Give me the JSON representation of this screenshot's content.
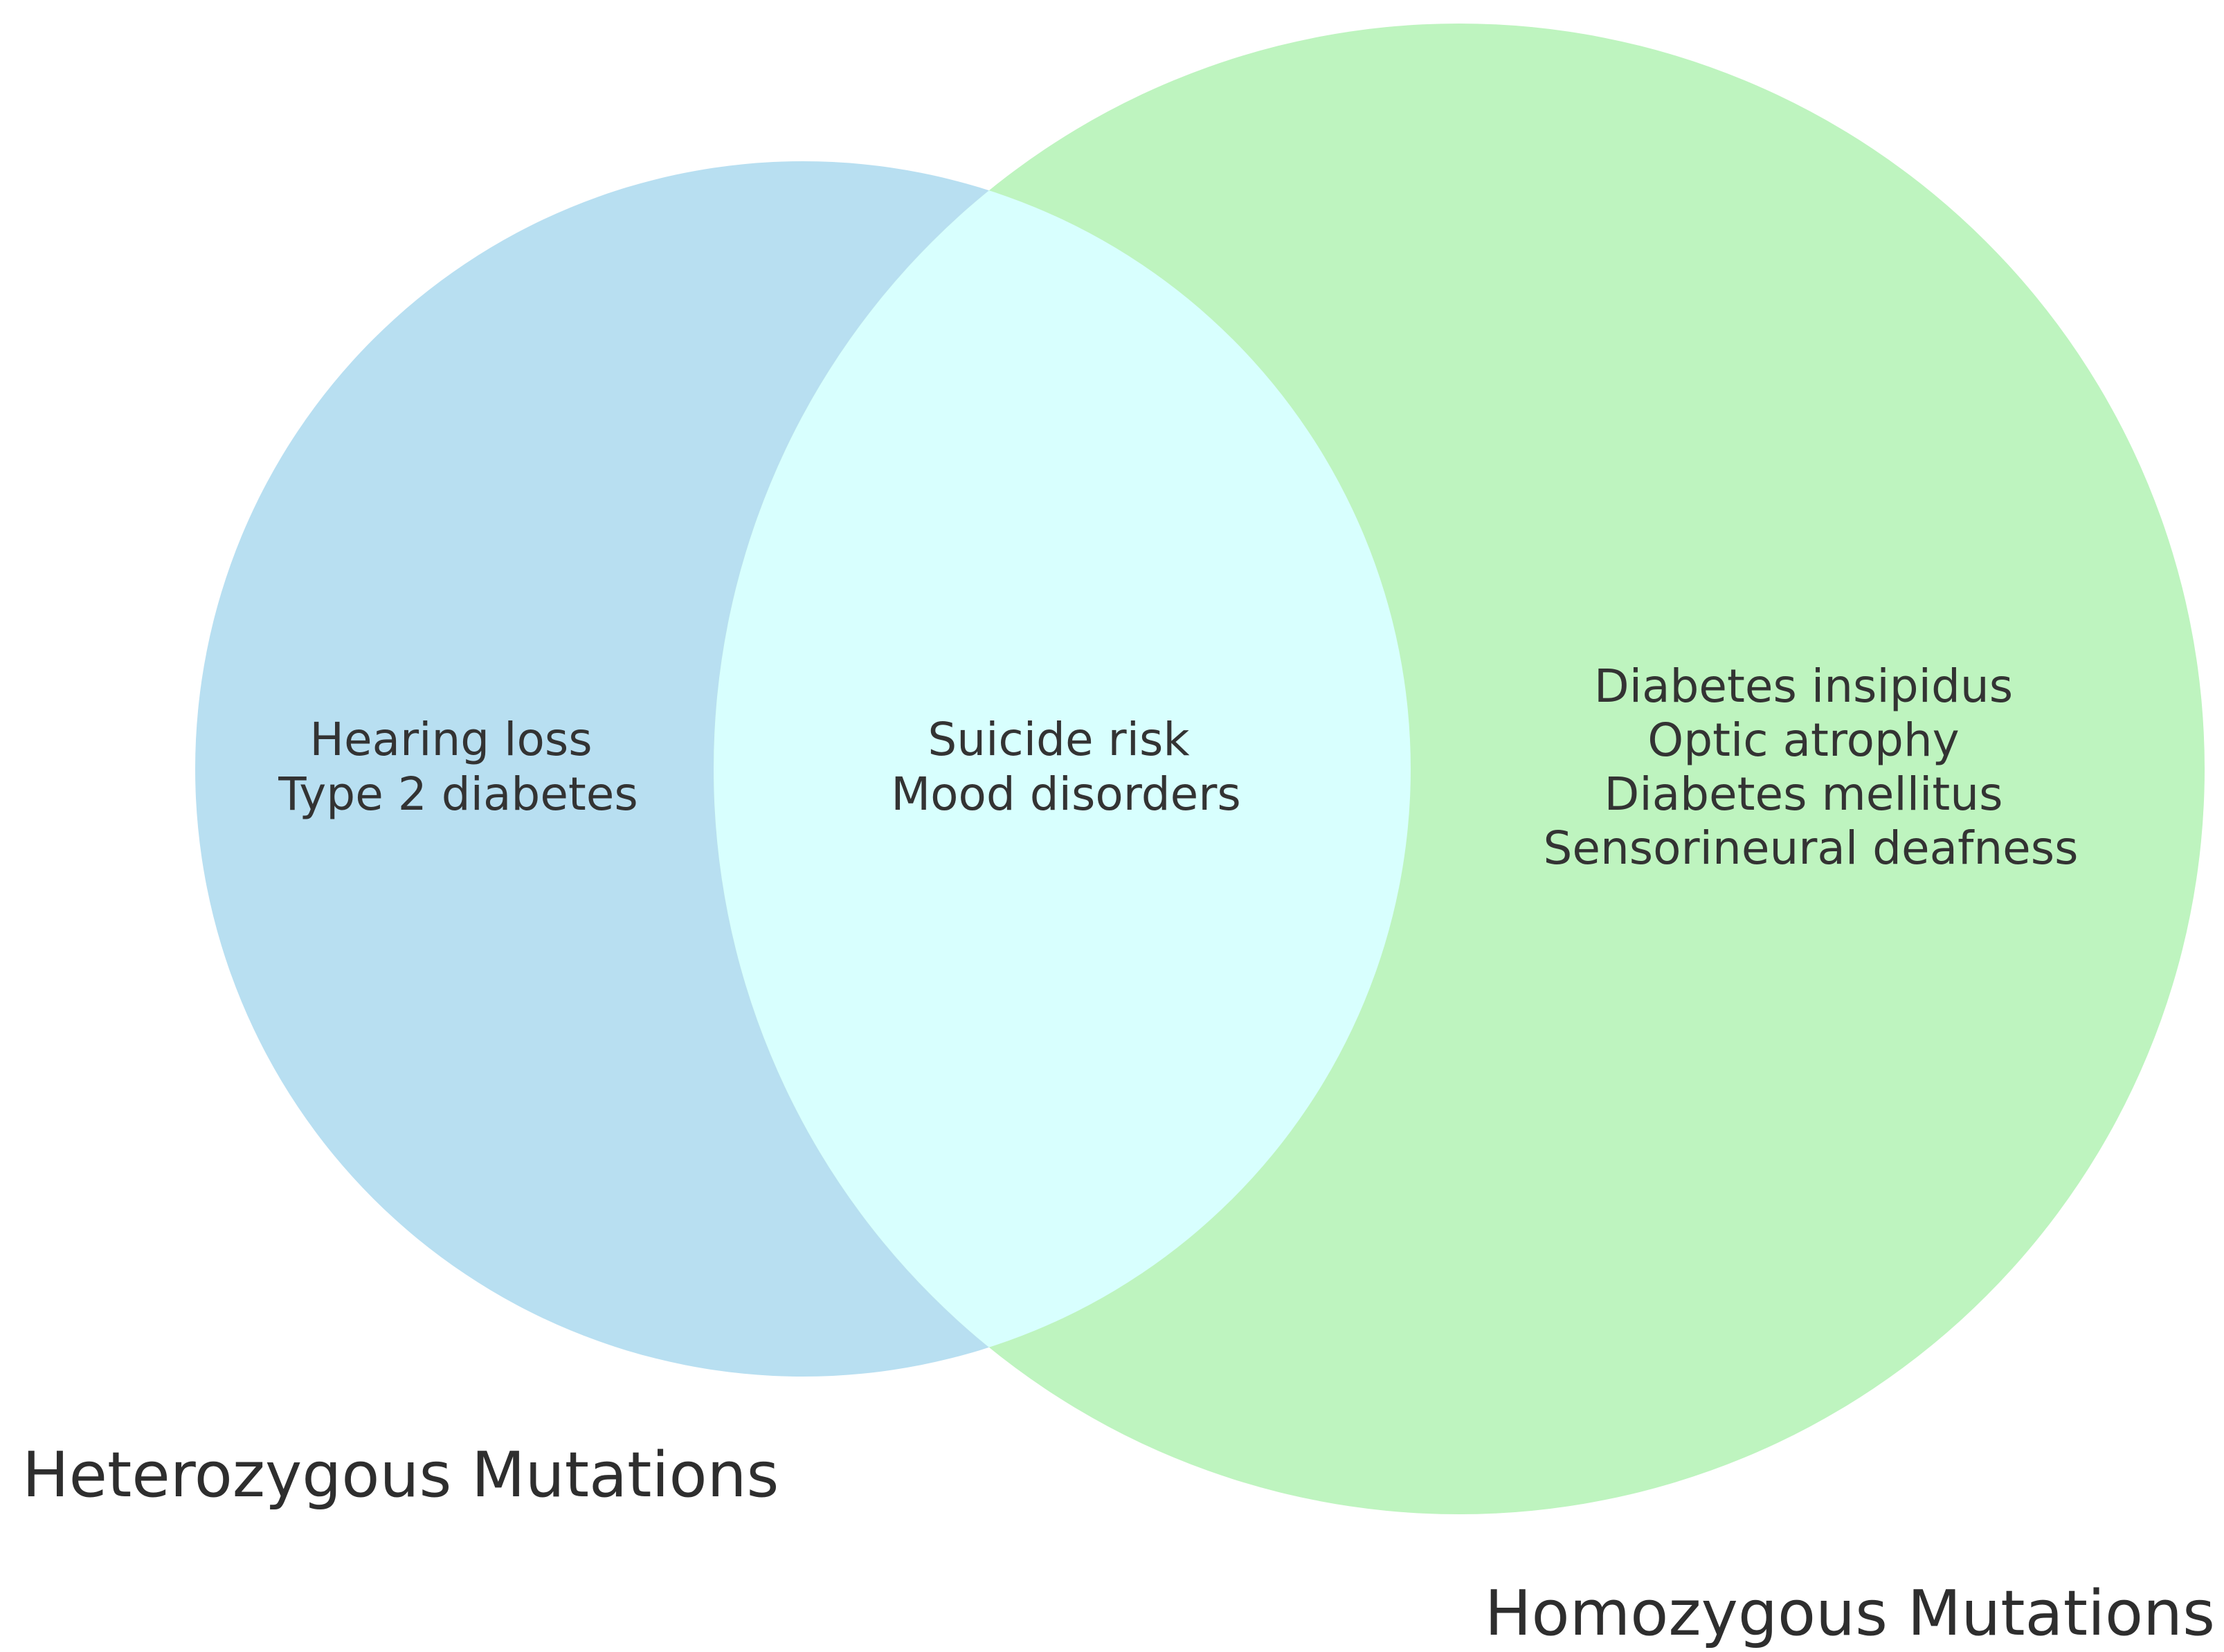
{
  "colors": {
    "left_circle": "#b8dff1",
    "right_circle": "#bef4bf",
    "intersection": "#d8fffe",
    "text": "#333333"
  },
  "sets": {
    "left": {
      "label": "Heterozygous Mutations",
      "items": [
        "Hearing loss",
        "Type 2 diabetes"
      ]
    },
    "right": {
      "label": "Homozygous Mutations",
      "items": [
        "Diabetes insipidus",
        "Optic atrophy",
        "Diabetes mellitus",
        "Sensorineural deafness"
      ]
    },
    "intersection": {
      "items": [
        "Suicide risk",
        "Mood disorders"
      ]
    }
  }
}
